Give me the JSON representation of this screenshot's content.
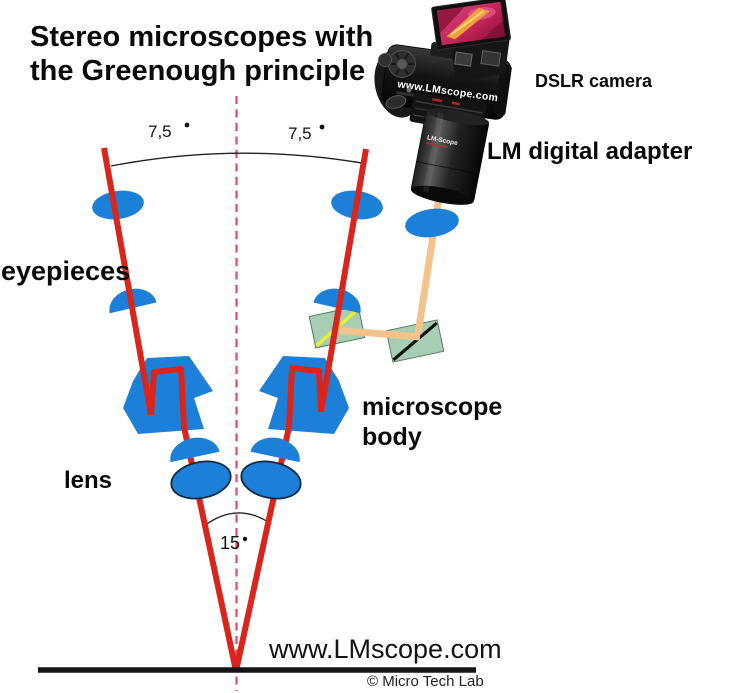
{
  "title": {
    "line1": "Stereo microscopes with",
    "line2": "the Greenough principle"
  },
  "labels": {
    "eyepieces": "eyepieces",
    "lens": "lens",
    "microscope_body_line1": "microscope",
    "microscope_body_line2": "body",
    "dslr_camera": "DSLR camera",
    "lm_digital_adapter": "LM digital adapter"
  },
  "angles": {
    "left": "7,5",
    "right": "7,5",
    "convergence": "15",
    "degree_symbol": "°"
  },
  "camera": {
    "body_text": "www.LMscope.com",
    "adapter_label": "LM-Scope"
  },
  "footer": {
    "website": "www.LMscope.com",
    "copyright": "© Micro Tech Lab"
  },
  "colors": {
    "optical_path_red": "#d9251b",
    "optical_axis_dashed_pink": "#ee4565",
    "lens_blue": "#1c80d9",
    "beam_splitter_green": "#a7ceb3",
    "splitter_diagonal_yellow": "#efef2a",
    "camera_beam_tan": "#f3c38b",
    "baseline_black": "#151515"
  }
}
